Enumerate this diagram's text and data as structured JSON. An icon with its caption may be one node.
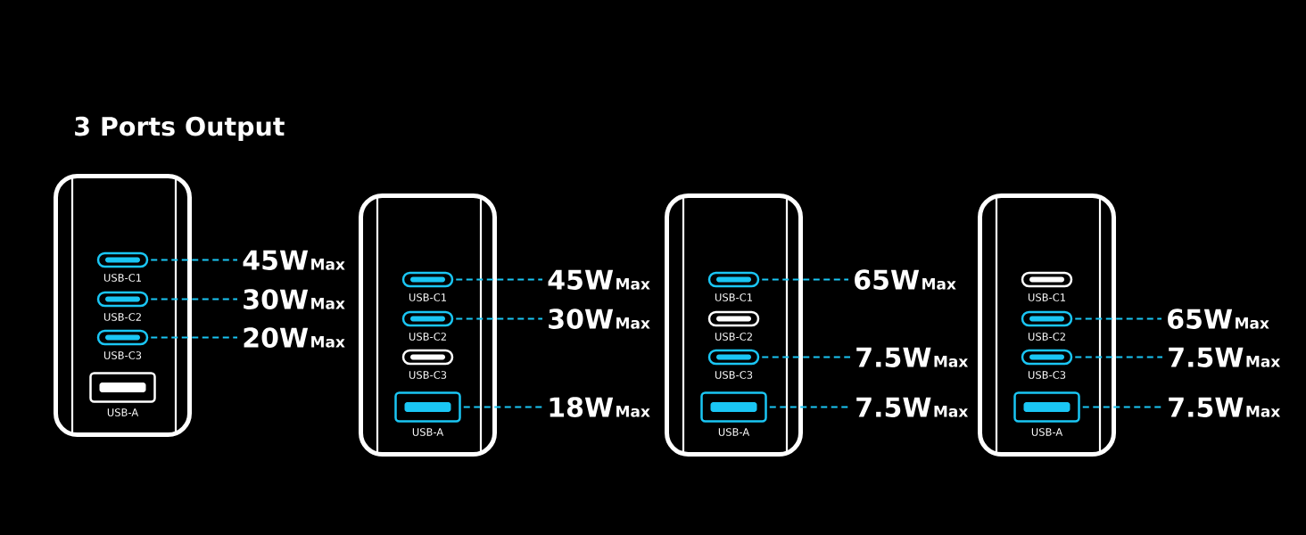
{
  "diagram": {
    "title": "3 Ports Output",
    "nodes": [
      {
        "text": [],
        "shape": "box"
      },
      {
        "text": [
          "USB-C1"
        ],
        "in": 0
      },
      {
        "text": [
          "USB-C2"
        ],
        "in": 0
      },
      {
        "text": [
          "USB-C3"
        ],
        "in": 0
      },
      {
        "text": [
          "USB-A"
        ],
        "in": 0
      },
      {
        "text": [
          "45W",
          "Max"
        ]
      },
      {
        "text": [
          "30W",
          "Max"
        ]
      },
      {
        "text": [
          "20W",
          "Max"
        ]
      },
      {
        "text": [],
        "shape": "box"
      },
      {
        "text": [
          "USB-C1"
        ],
        "in": 8
      },
      {
        "text": [
          "USB-C2"
        ],
        "in": 8
      },
      {
        "text": [
          "USB-C3"
        ],
        "in": 8
      },
      {
        "text": [
          "USB-A"
        ],
        "in": 8
      },
      {
        "text": [
          "45W",
          "Max"
        ]
      },
      {
        "text": [
          "30W",
          "Max"
        ]
      },
      {
        "text": [
          "18W",
          "Max"
        ]
      },
      {
        "text": [],
        "shape": "box"
      },
      {
        "text": [
          "USB-C1"
        ],
        "in": 16
      },
      {
        "text": [
          "USB-C2"
        ],
        "in": 16
      },
      {
        "text": [
          "USB-C3"
        ],
        "in": 16
      },
      {
        "text": [
          "USB-A"
        ],
        "in": 16
      },
      {
        "text": [
          "65W",
          "Max"
        ]
      },
      {
        "text": [
          "7.5W",
          "Max"
        ]
      },
      {
        "text": [
          "7.5W",
          "Max"
        ]
      },
      {
        "text": [],
        "shape": "box"
      },
      {
        "text": [
          "USB-C1"
        ],
        "in": 24
      },
      {
        "text": [
          "USB-C2"
        ],
        "in": 24
      },
      {
        "text": [
          "USB-C3"
        ],
        "in": 24
      },
      {
        "text": [
          "USB-A"
        ],
        "in": 24
      },
      {
        "text": [
          "65W",
          "Max"
        ]
      },
      {
        "text": [
          "7.5W",
          "Max"
        ]
      },
      {
        "text": [
          "7.5W",
          "Max"
        ]
      }
    ],
    "edges": [
      {
        "from": 1,
        "to": 5,
        "arrow": "none",
        "style": "dashed"
      },
      {
        "from": 2,
        "to": 6,
        "arrow": "none",
        "style": "dashed"
      },
      {
        "from": 3,
        "to": 7,
        "arrow": "none",
        "style": "dashed"
      },
      {
        "from": 9,
        "to": 13,
        "arrow": "none",
        "style": "dashed"
      },
      {
        "from": 10,
        "to": 14,
        "arrow": "none",
        "style": "dashed"
      },
      {
        "from": 12,
        "to": 15,
        "arrow": "none",
        "style": "dashed"
      },
      {
        "from": 17,
        "to": 21,
        "arrow": "none",
        "style": "dashed"
      },
      {
        "from": 19,
        "to": 22,
        "arrow": "none",
        "style": "dashed"
      },
      {
        "from": 20,
        "to": 23,
        "arrow": "none",
        "style": "dashed"
      },
      {
        "from": 26,
        "to": 29,
        "arrow": "none",
        "style": "dashed"
      },
      {
        "from": 27,
        "to": 30,
        "arrow": "none",
        "style": "dashed"
      },
      {
        "from": 28,
        "to": 31,
        "arrow": "none",
        "style": "dashed"
      }
    ]
  }
}
